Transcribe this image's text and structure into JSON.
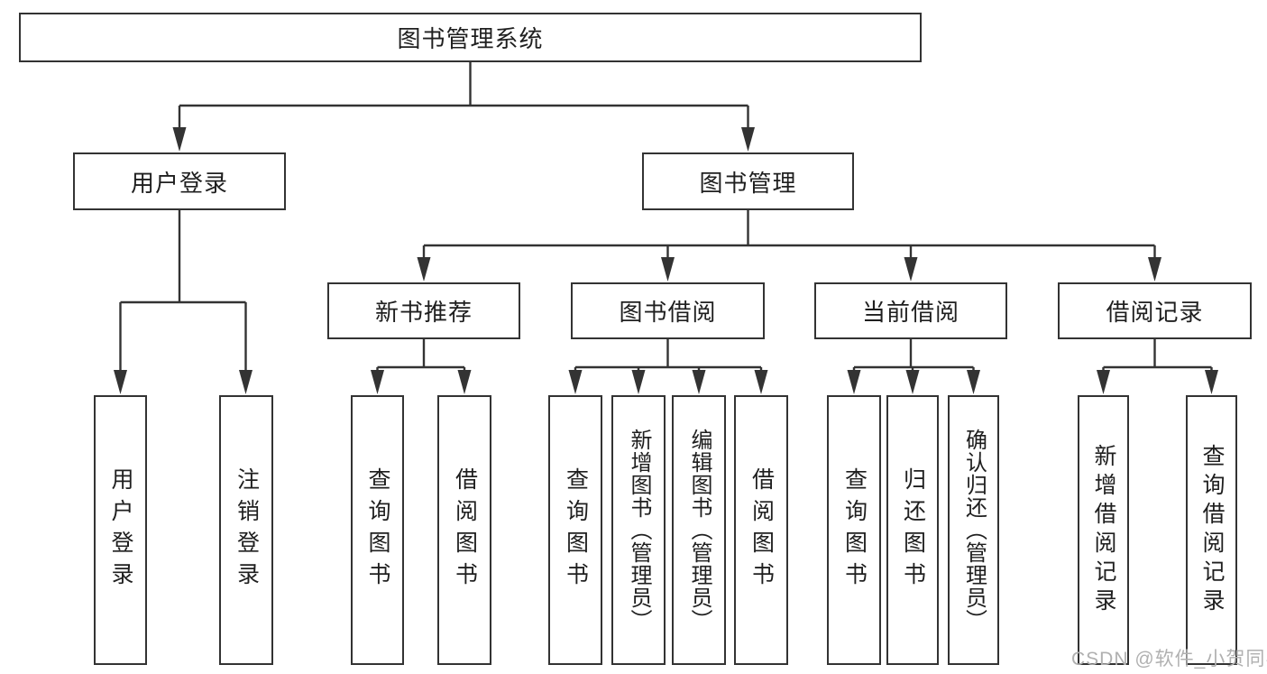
{
  "diagram": {
    "root": {
      "label": "图书管理系统"
    },
    "level2": {
      "user_login": {
        "label": "用户登录"
      },
      "book_mgmt": {
        "label": "图书管理"
      }
    },
    "level3": {
      "new_book_rec": {
        "label": "新书推荐"
      },
      "book_borrow": {
        "label": "图书借阅"
      },
      "current_borrow": {
        "label": "当前借阅"
      },
      "borrow_record": {
        "label": "借阅记录"
      }
    },
    "level4": {
      "login": {
        "label": "用户登录"
      },
      "logout": {
        "label": "注销登录"
      },
      "query_book_rec": {
        "label": "查询图书"
      },
      "borrow_book_rec": {
        "label": "借阅图书"
      },
      "query_book_borrow": {
        "label": "查询图书"
      },
      "add_book": {
        "label": "新增图书（管理员）"
      },
      "edit_book": {
        "label": "编辑图书（管理员）"
      },
      "borrow_book_borrow": {
        "label": "借阅图书"
      },
      "query_book_current": {
        "label": "查询图书"
      },
      "return_book": {
        "label": "归还图书"
      },
      "confirm_return": {
        "label": "确认归还（管理员）"
      },
      "add_borrow_record": {
        "label": "新增借阅记录"
      },
      "query_borrow_record": {
        "label": "查询借阅记录"
      }
    }
  },
  "watermark": {
    "text": "CSDN @软件_小贺同学"
  },
  "colors": {
    "line": "#333333",
    "text": "#1f1f1f",
    "watermark": "#b0b0b0",
    "background": "#ffffff"
  }
}
